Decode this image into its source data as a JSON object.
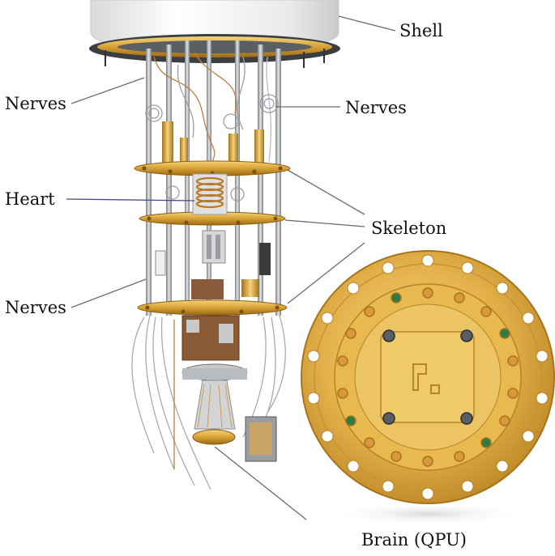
{
  "labels": {
    "shell": "Shell",
    "nerves_upper_left": "Nerves",
    "nerves_upper_right": "Nerves",
    "heart": "Heart",
    "skeleton": "Skeleton",
    "nerves_lower_left": "Nerves",
    "brain": "Brain (QPU)"
  },
  "colors": {
    "gold": "#d9a93a",
    "gold_dark": "#a8741a",
    "gold_light": "#f2cf73",
    "silver": "#b8bcc0",
    "silver_dark": "#6f7478",
    "copper": "#c2703a",
    "shell_white": "#f3f4f5",
    "leader_line": "#6a6a6a",
    "heart_leader": "#4a4a8a",
    "green_port": "#2f7a45"
  },
  "icons": {
    "chip_logo": "qpu-chip-logo"
  }
}
